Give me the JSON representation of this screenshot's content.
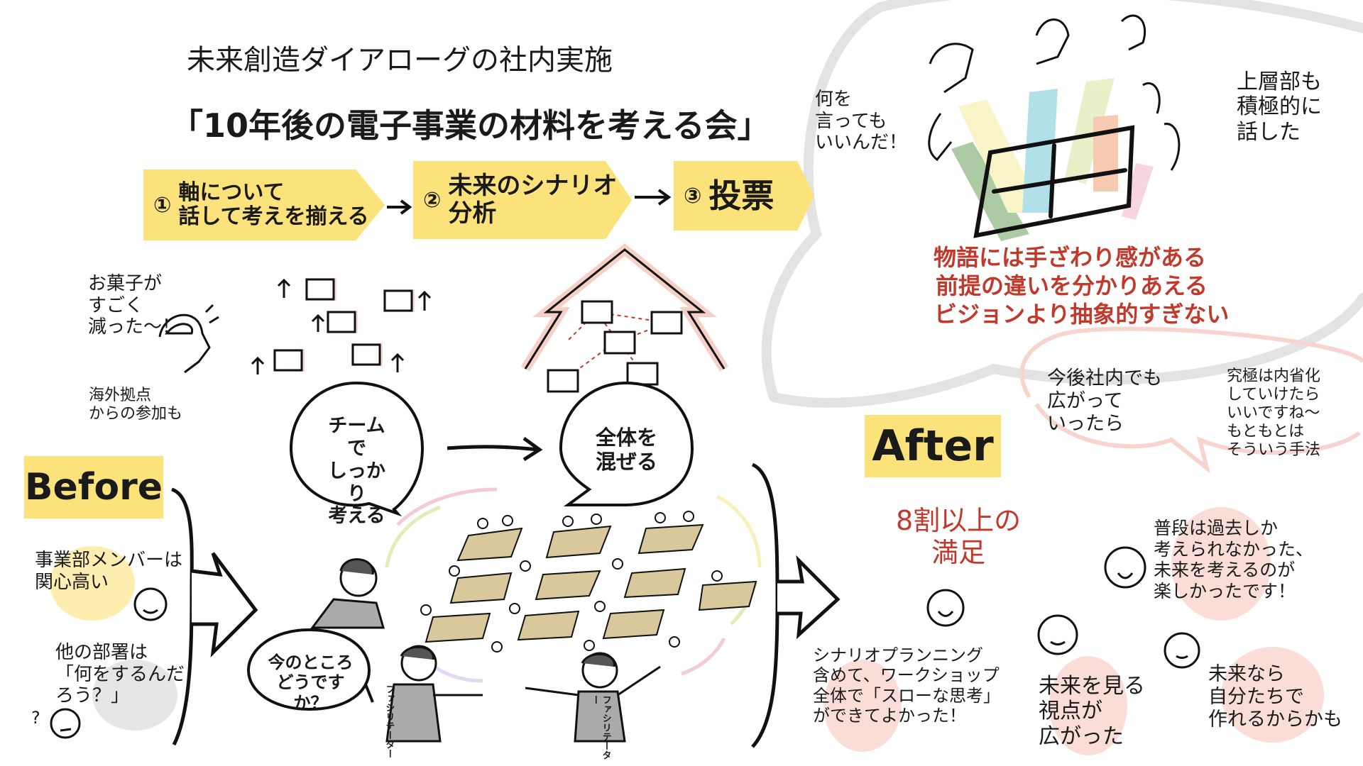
{
  "header": {
    "subtitle": "未来創造ダイアローグの社内実施",
    "title": "「10年後の電子事業の材料を考える会」"
  },
  "steps": [
    {
      "num": "①",
      "label": "軸について\n話して考えを揃える"
    },
    {
      "num": "②",
      "label": "未来のシナリオ\n分析"
    },
    {
      "num": "③",
      "label": "投票"
    }
  ],
  "top_right": {
    "comment_left": "何を\n言っても\nいいんだ！",
    "comment_right": "上層部も\n積極的に\n話した",
    "insights": [
      "物語には手ざわり感がある",
      "前提の違いを分かりあえる",
      "ビジョンより抽象的すぎない"
    ]
  },
  "left_notes": {
    "snacks": "お菓子が\nすごく\n減った〜！",
    "overseas": "海外拠点\nからの参加も"
  },
  "bubbles": {
    "team": "チームで\nしっかり\n考える",
    "mix": "全体を\n混ぜる",
    "how": "今のところ\nどうですか？"
  },
  "facilitator_label": "ファシリテーター",
  "before": {
    "label": "Before",
    "notes": [
      "事業部メンバーは\n関心高い",
      "他の部署は\n「何をするんだ\nろう？」"
    ],
    "question_mark": "?"
  },
  "after": {
    "label": "After",
    "satisfaction": "8割以上の\n満足",
    "future_comments": [
      "今後社内でも\n広がって\nいったら",
      "究極は内省化\nしていけたら\nいいですね〜\nもともとは\nそういう手法"
    ],
    "voices": [
      "普段は過去しか\n考えられなかった、\n未来を考えるのが\n楽しかったです！",
      "シナリオプランニング\n含めて、ワークショップ\n全体で「スローな思考」\nができてよかった！",
      "未来を見る\n視点が\n広がった",
      "未来なら\n自分たちで\n作れるからかも"
    ]
  },
  "colors": {
    "yellow": "#fbe27a",
    "red": "#c0392b",
    "pink": "#f9ddd6",
    "gray": "#e6e6e6",
    "table": "#d9c89c"
  }
}
